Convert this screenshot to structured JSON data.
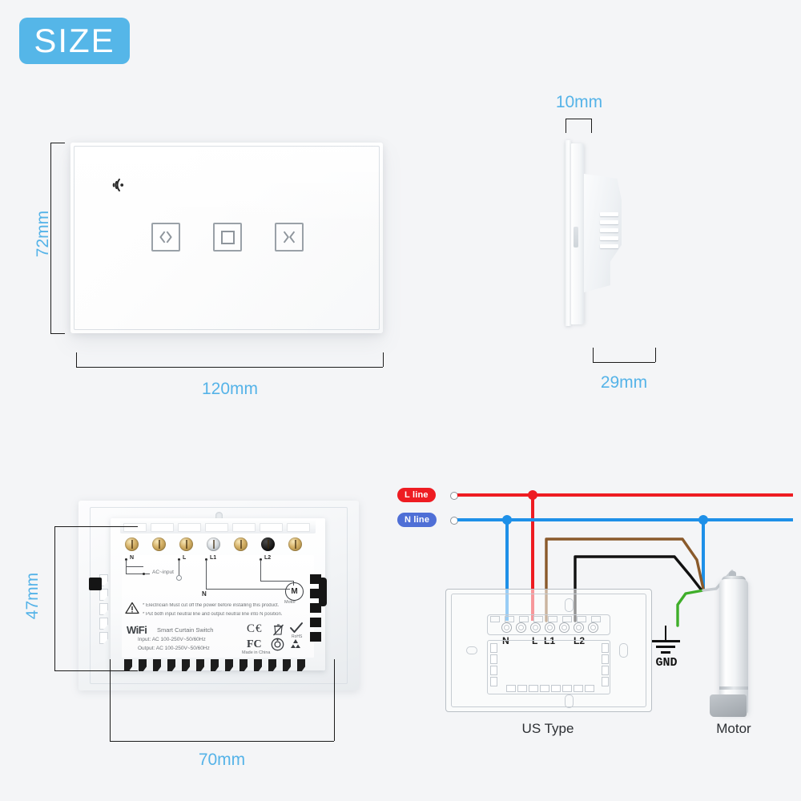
{
  "badge": {
    "label": "SIZE"
  },
  "front_view": {
    "name": "front-panel",
    "wifi_icon": "wifi-signal-icon",
    "buttons": [
      {
        "key": "open",
        "icon": "curtain-open-icon",
        "glyph": "◇"
      },
      {
        "key": "stop",
        "icon": "curtain-stop-icon",
        "glyph": "□"
      },
      {
        "key": "close",
        "icon": "curtain-close-icon",
        "glyph": "⌧"
      }
    ],
    "dimensions": {
      "height": "72mm",
      "width": "120mm"
    }
  },
  "side_view": {
    "name": "side-profile",
    "dimensions": {
      "glass_thickness": "10mm",
      "depth": "29mm"
    }
  },
  "back_view": {
    "name": "back-module",
    "dimensions": {
      "height": "47mm",
      "width": "70mm"
    },
    "terminal_labels": [
      "N",
      "L",
      "L1",
      "L2"
    ],
    "schematic_notes": {
      "ac_input": "AC~input",
      "neutral": "N",
      "motor": "M",
      "motor_sub": "Motor"
    },
    "warning_lines": [
      "* Electrician Must cut off the power before installing this product.",
      "* Put both input neutral line and output neutral line into N position."
    ],
    "product_label": {
      "brand": "WiFi",
      "title": "Smart Curtain Switch",
      "input": "Input: AC 100-250V~50/60Hz",
      "output": "Output: AC 100-250V~50/60Hz",
      "origin": "Made in China"
    },
    "certs": [
      "CE",
      "RoHS",
      "FCC",
      "WEEE",
      "Recycle",
      "Check"
    ]
  },
  "wiring_diagram": {
    "name": "us-type-wiring-diagram",
    "lines": [
      {
        "key": "l_line",
        "label": "L line",
        "color": "#ee1c22"
      },
      {
        "key": "n_line",
        "label": "N line",
        "color": "#4f6fd6"
      }
    ],
    "wire_colors": {
      "live": "#ee1c22",
      "neutral": "#1e90e8",
      "brown": "#8a5a2b",
      "black": "#111111",
      "green_yellow": "#3fae2a",
      "grey": "#c7ccd1"
    },
    "terminal_labels": [
      "N",
      "L",
      "L1",
      "L2"
    ],
    "ground_label": "GND",
    "captions": {
      "switch": "US Type",
      "motor": "Motor"
    }
  },
  "theme": {
    "background": "#f4f5f7",
    "dimension_text": "#55b3e8",
    "badge_background": "#55b6e8"
  }
}
